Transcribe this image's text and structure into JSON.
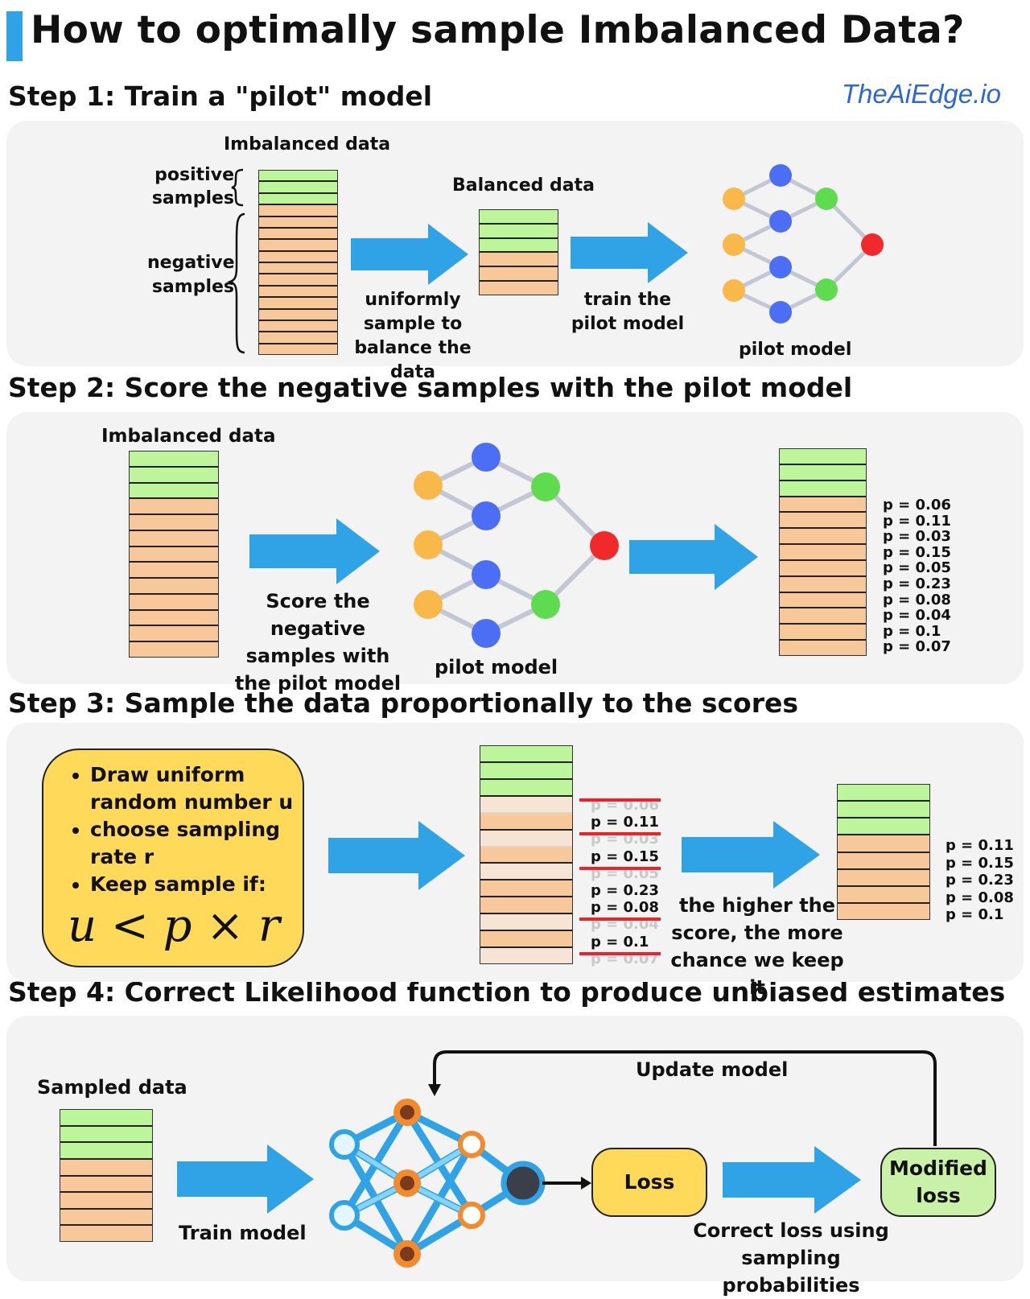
{
  "title": "How to optimally sample Imbalanced Data?",
  "brand": "TheAiEdge.io",
  "colors": {
    "accent": "#2fa3e6",
    "arrow": "#2fa3e6",
    "positive": "#bdf59a",
    "negative": "#f7c99a",
    "highlight_box": "#ffd95a",
    "loss_box": "#ffd95a",
    "modified_loss_box": "#c9f2a8",
    "node_input": "#f9b94a",
    "node_hidden": "#4b6ef5",
    "node_second": "#5fdb4f",
    "node_output": "#f02a2a",
    "strike": "#e8242c"
  },
  "step1": {
    "heading": "Step 1: Train a \"pilot\" model",
    "imbalanced_label": "Imbalanced data",
    "positive_label": "positive samples",
    "negative_label": "negative samples",
    "arrow1_label": "uniformly sample to balance the data",
    "balanced_label": "Balanced data",
    "arrow2_label": "train the pilot model",
    "model_label": "pilot model"
  },
  "step2": {
    "heading": "Step 2: Score the negative samples with the pilot model",
    "imbalanced_label": "Imbalanced data",
    "arrow_label": "Score the negative samples with the pilot model",
    "model_label": "pilot model",
    "scores": [
      "p = 0.06",
      "p = 0.11",
      "p = 0.03",
      "p = 0.15",
      "p = 0.05",
      "p = 0.23",
      "p = 0.08",
      "p = 0.04",
      "p = 0.1",
      "p = 0.07"
    ]
  },
  "step3": {
    "heading": "Step 3: Sample the data proportionally to the scores",
    "box_items": [
      "Draw uniform random number u",
      "choose sampling rate r",
      "Keep sample if:"
    ],
    "formula": "u < p × r",
    "middle_tags": [
      {
        "text": "p = 0.06",
        "kept": false
      },
      {
        "text": "p = 0.11",
        "kept": true
      },
      {
        "text": "p = 0.03",
        "kept": false
      },
      {
        "text": "p = 0.15",
        "kept": true
      },
      {
        "text": "p = 0.05",
        "kept": false
      },
      {
        "text": "p = 0.23",
        "kept": true
      },
      {
        "text": "p = 0.08",
        "kept": true
      },
      {
        "text": "p = 0.04",
        "kept": false
      },
      {
        "text": "p = 0.1",
        "kept": true
      },
      {
        "text": "p = 0.07",
        "kept": false
      }
    ],
    "arrow_label": "the higher the score, the more chance we keep it",
    "kept_scores": [
      "p = 0.11",
      "p = 0.15",
      "p = 0.23",
      "p = 0.08",
      "p = 0.1"
    ]
  },
  "step4": {
    "heading": "Step 4: Correct Likelihood function to produce unbiased estimates",
    "sampled_label": "Sampled data",
    "train_label": "Train model",
    "update_label": "Update model",
    "loss_label": "Loss",
    "correct_label": "Correct loss using sampling probabilities",
    "modified_loss_label": "Modified loss"
  }
}
